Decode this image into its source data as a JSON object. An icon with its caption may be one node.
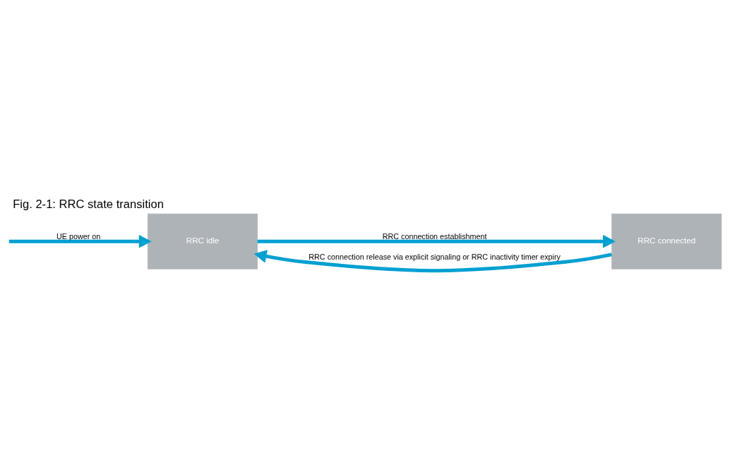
{
  "diagram": {
    "title": "Fig. 2-1: RRC state transition",
    "nodes": [
      {
        "text": [
          "RRC idle"
        ]
      },
      {
        "text": [
          "RRC connected"
        ]
      }
    ],
    "edges": [
      {
        "from": null,
        "to": 0,
        "arrow": "to",
        "label": "UE power on"
      },
      {
        "from": 0,
        "to": 1,
        "arrow": "to",
        "label": "RRC connection establishment"
      },
      {
        "from": 1,
        "to": 0,
        "arrow": "to",
        "label": "RRC connection release via explicit signaling or RRC inactivity timer expiry"
      }
    ]
  }
}
